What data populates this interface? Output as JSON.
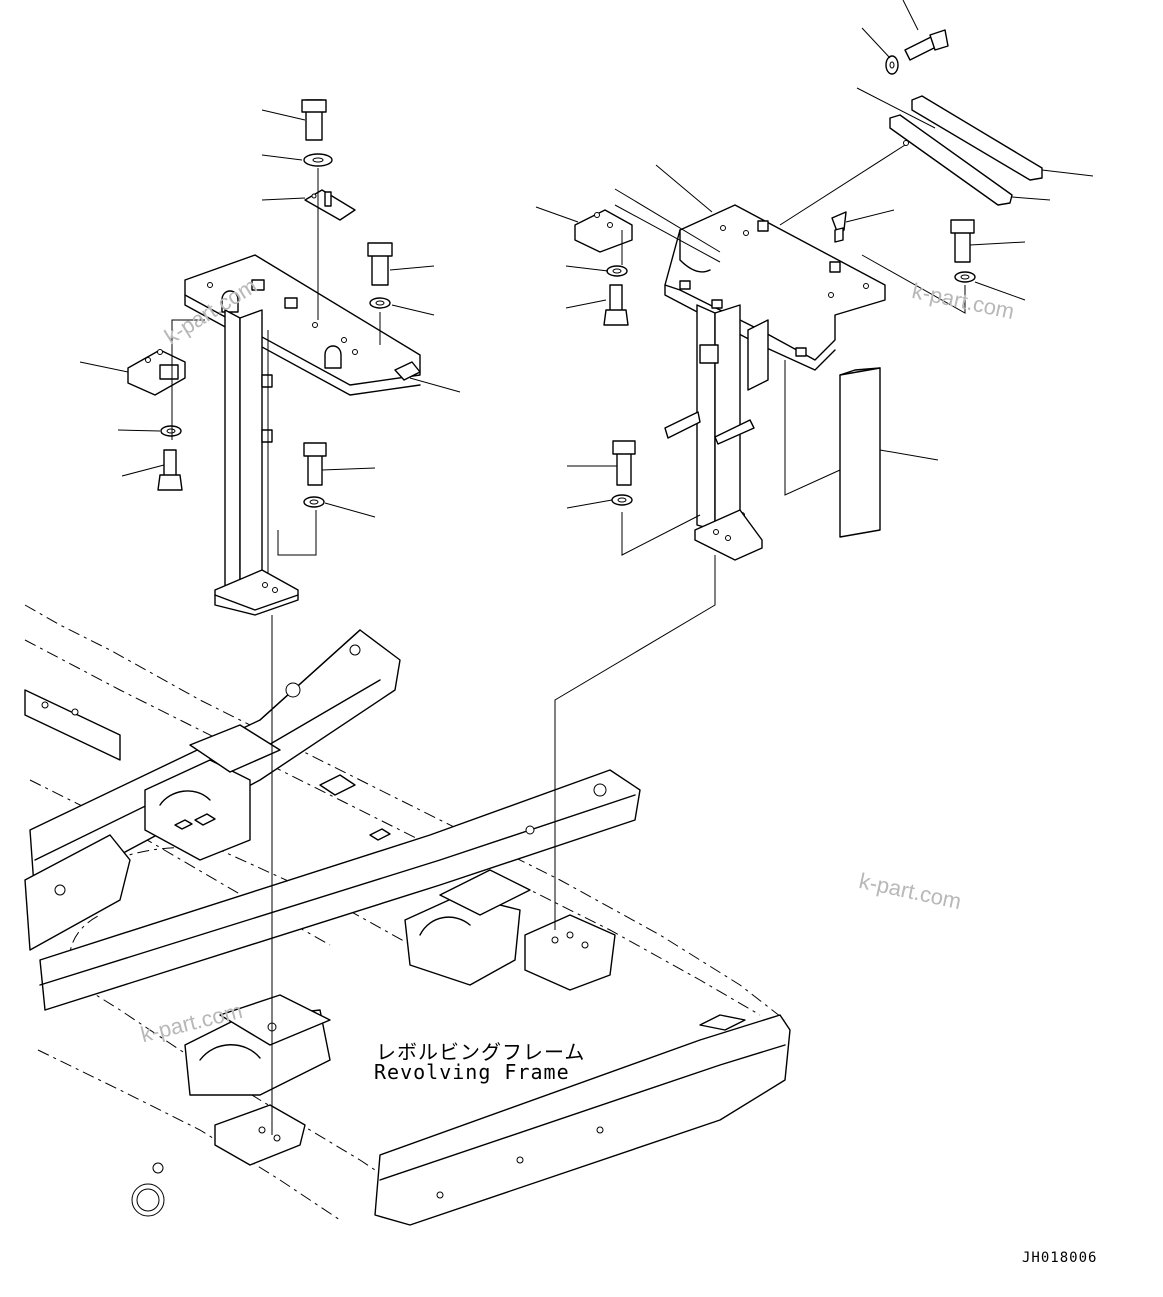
{
  "diagram": {
    "label_jp": "レボルビングフレーム",
    "label_en": "Revolving Frame",
    "drawing_code": "JH018006"
  },
  "watermarks": [
    "k-part.com",
    "k-part.com",
    "k-part.com",
    "k-part.com"
  ]
}
